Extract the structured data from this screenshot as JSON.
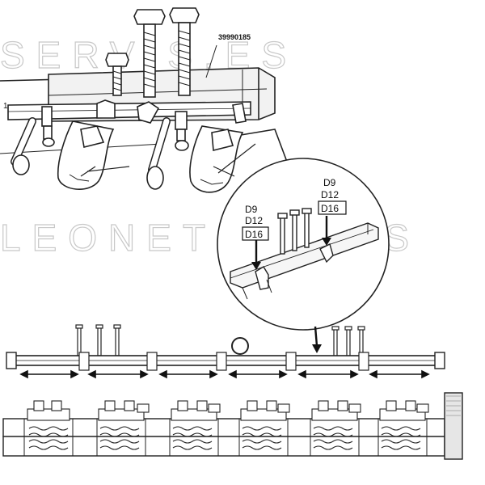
{
  "part_number": "39990185",
  "left_label": "1",
  "callout_left": {
    "line1": "D9",
    "line2": "D12",
    "boxed": "D16"
  },
  "callout_right": {
    "line1": "D9",
    "line2": "D12",
    "boxed": "D16"
  },
  "watermark_top": "SERVIS.ES",
  "watermark_middle": "LEONETSERVIS"
}
